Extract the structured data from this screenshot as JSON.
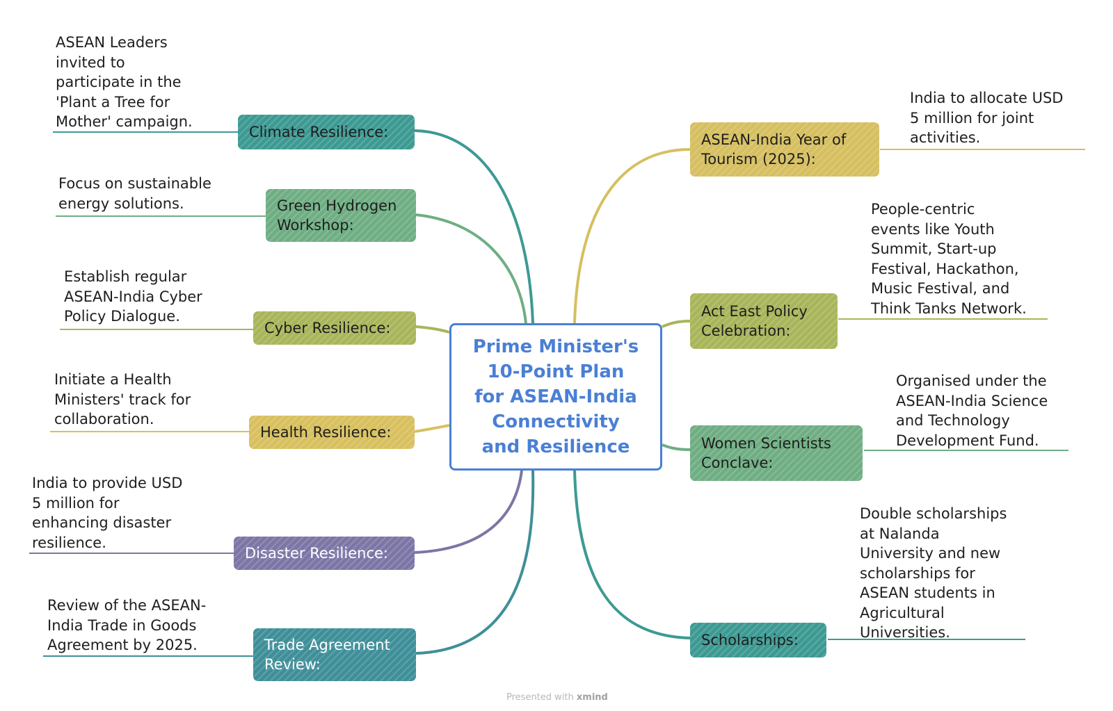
{
  "center": {
    "lines": [
      "Prime Minister's",
      "10-Point Plan",
      "for ASEAN-India",
      "Connectivity",
      "and Resilience"
    ],
    "color": "#4a7fd4"
  },
  "branches": [
    {
      "id": "climate",
      "title": [
        "Climate Resilience:"
      ],
      "desc": [
        "ASEAN Leaders",
        "invited to",
        "participate in the",
        "'Plant a Tree for",
        "Mother' campaign."
      ],
      "color": "#3d9a93"
    },
    {
      "id": "hydrogen",
      "title": [
        "Green Hydrogen",
        "Workshop:"
      ],
      "desc": [
        "Focus on sustainable",
        "energy solutions."
      ],
      "color": "#6fae83"
    },
    {
      "id": "cyber",
      "title": [
        "Cyber Resilience:"
      ],
      "desc": [
        "Establish regular",
        "ASEAN-India Cyber",
        "Policy Dialogue."
      ],
      "color": "#a9b55a"
    },
    {
      "id": "health",
      "title": [
        "Health Resilience:"
      ],
      "desc": [
        "Initiate a Health",
        "Ministers' track for",
        "collaboration."
      ],
      "color": "#d8c05f"
    },
    {
      "id": "disaster",
      "title": [
        "Disaster Resilience:"
      ],
      "desc": [
        "India to provide USD",
        "5 million for",
        "enhancing disaster",
        "resilience."
      ],
      "color": "#7c76a6"
    },
    {
      "id": "trade",
      "title": [
        "Trade Agreement",
        "Review:"
      ],
      "desc": [
        "Review of the ASEAN-",
        "India Trade in Goods",
        "Agreement by 2025."
      ],
      "color": "#3f8f99"
    },
    {
      "id": "tourism",
      "title": [
        "ASEAN-India Year of",
        "Tourism (2025):"
      ],
      "desc": [
        "India to allocate USD",
        "5 million for joint",
        "activities."
      ],
      "color": "#d6bf60"
    },
    {
      "id": "acteast",
      "title": [
        "Act East Policy",
        "Celebration:"
      ],
      "desc": [
        "People-centric",
        "events like Youth",
        "Summit, Start-up",
        "Festival, Hackathon,",
        "Music Festival, and",
        "Think Tanks Network."
      ],
      "color": "#a9b55a"
    },
    {
      "id": "women",
      "title": [
        "Women Scientists",
        "Conclave:"
      ],
      "desc": [
        "Organised under the",
        "ASEAN-India Science",
        "and Technology",
        "Development Fund."
      ],
      "color": "#6fae83"
    },
    {
      "id": "scholar",
      "title": [
        "Scholarships:"
      ],
      "desc": [
        "Double scholarships",
        "at Nalanda",
        "University and new",
        "scholarships for",
        "ASEAN students in",
        "Agricultural",
        "Universities."
      ],
      "color": "#3d9a93"
    }
  ],
  "footer": {
    "prefix": "Presented with",
    "brand": "xmind"
  }
}
